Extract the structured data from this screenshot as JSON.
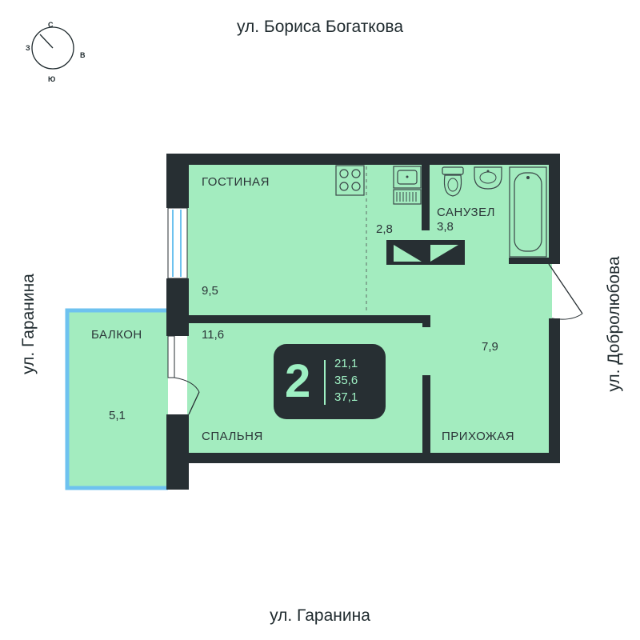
{
  "streets": {
    "top": "ул. Бориса Богаткова",
    "bottom": "ул. Гаранина",
    "left": "ул. Гаранина",
    "right": "ул. Добролюбова"
  },
  "compass": {
    "north": "С",
    "east": "В",
    "south": "Ю",
    "west": "З"
  },
  "rooms": {
    "living": {
      "label": "ГОСТИНАЯ",
      "area": "9,5"
    },
    "kitchen_zone": {
      "area": "2,8"
    },
    "bathroom": {
      "label": "САНУЗЕЛ",
      "area": "3,8"
    },
    "balcony": {
      "label": "БАЛКОН",
      "area": "5,1"
    },
    "bedroom": {
      "label": "СПАЛЬНЯ",
      "area": "11,6"
    },
    "hallway": {
      "label": "ПРИХОЖАЯ",
      "area": "7,9"
    }
  },
  "summary": {
    "rooms_count": "2",
    "living_area": "21,1",
    "total_area": "35,6",
    "total_with_balcony": "37,1"
  },
  "colors": {
    "room_fill": "#a3ecbf",
    "wall": "#272f33",
    "balcony_border": "#6ec2ef",
    "window": "#cde9f7"
  }
}
